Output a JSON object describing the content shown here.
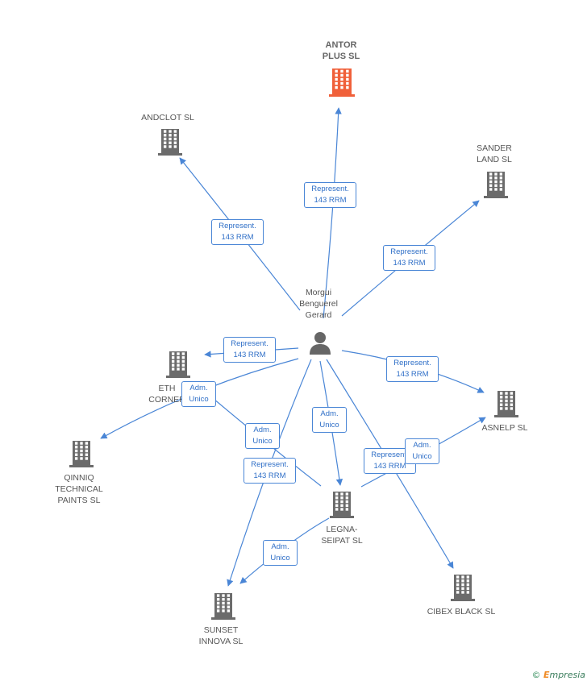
{
  "center": {
    "name": "Morgui\nBenguerel\nGerard"
  },
  "nodes": [
    {
      "id": "antor",
      "name": "ANTOR\nPLUS SL",
      "main": true
    },
    {
      "id": "andclot",
      "name": "ANDCLOT SL"
    },
    {
      "id": "sander",
      "name": "SANDER\nLAND SL"
    },
    {
      "id": "eth",
      "name": "ETH\nCORNER"
    },
    {
      "id": "asnelp",
      "name": "ASNELP SL"
    },
    {
      "id": "qinniq",
      "name": "QINNIQ\nTECHNICAL\nPAINTS SL"
    },
    {
      "id": "legna",
      "name": "LEGNA-\nSEIPAT SL"
    },
    {
      "id": "cibex",
      "name": "CIBEX BLACK SL"
    },
    {
      "id": "sunset",
      "name": "SUNSET\nINNOVA SL"
    }
  ],
  "edge_labels": [
    {
      "id": "e-antor",
      "line1": "Represent.",
      "line2": "143 RRM"
    },
    {
      "id": "e-andclot",
      "line1": "Represent.",
      "line2": "143 RRM"
    },
    {
      "id": "e-sander",
      "line1": "Represent.",
      "line2": "143 RRM"
    },
    {
      "id": "e-eth-rep",
      "line1": "Represent.",
      "line2": "143 RRM"
    },
    {
      "id": "e-asnelp-rep",
      "line1": "Represent.",
      "line2": "143 RRM"
    },
    {
      "id": "e-eth-adm",
      "line1": "Adm.",
      "line2": "Unico"
    },
    {
      "id": "e-legna-eth-adm",
      "line1": "Adm.",
      "line2": "Unico"
    },
    {
      "id": "e-legna-adm",
      "line1": "Adm.",
      "line2": "Unico"
    },
    {
      "id": "e-sunset-rep",
      "line1": "Represent.",
      "line2": "143 RRM"
    },
    {
      "id": "e-cibex-rep",
      "line1": "Represent.",
      "line2": "143 RRM"
    },
    {
      "id": "e-asnelp-adm",
      "line1": "Adm.",
      "line2": "Unico"
    },
    {
      "id": "e-sunset-adm",
      "line1": "Adm.",
      "line2": "Unico"
    }
  ],
  "colors": {
    "edge": "#4a86d6",
    "building": "#6b6b6b",
    "main_building": "#f0603a",
    "person": "#666666"
  },
  "footer": {
    "symbol": "©",
    "brand_e": "E",
    "brand_rest": "mpresia"
  }
}
